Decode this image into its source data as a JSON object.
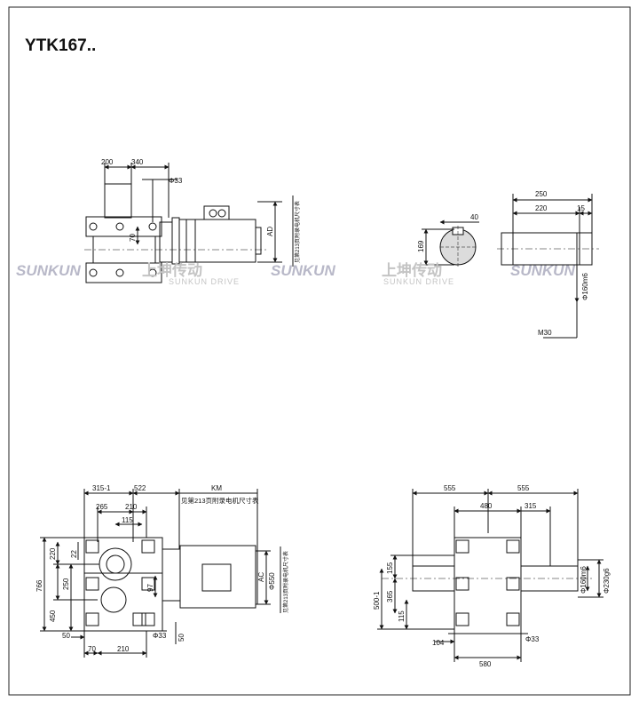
{
  "title": "YTK167..",
  "watermark": {
    "brand": "SUNKUN",
    "brand_cn": "上坤传动",
    "brand_en": "SUNKUN DRIVE"
  },
  "view_top_left": {
    "dim_200": "200",
    "dim_340": "340",
    "dim_phi33": "Φ33",
    "dim_70": "70",
    "dim_ad": "AD",
    "note_motor": "见第213页附录电机尺寸表"
  },
  "view_shaft": {
    "dim_250": "250",
    "dim_220": "220",
    "dim_15": "15",
    "dim_40": "40",
    "dim_169": "169",
    "dim_phi160m6": "Φ160m6",
    "dim_m30": "M30"
  },
  "view_front": {
    "dim_315": "315-1",
    "dim_522": "522",
    "dim_km": "KM",
    "note_motor": "见第213页附录电机尺寸表",
    "dim_265": "265",
    "dim_210_top": "210",
    "dim_115": "115",
    "dim_220": "220",
    "dim_22": "22",
    "dim_766": "766",
    "dim_250": "250",
    "dim_450": "450",
    "dim_97": "97",
    "dim_ac": "AC",
    "dim_phi550": "Φ550",
    "note_motor_vertical": "见第213页附录电机尺寸表",
    "dim_50_left": "50",
    "dim_phi33": "Φ33",
    "dim_50_right": "50",
    "dim_70": "70",
    "dim_210_bottom": "210"
  },
  "view_side": {
    "dim_555_left": "555",
    "dim_555_right": "555",
    "dim_480": "480",
    "dim_315": "315",
    "dim_155": "155",
    "dim_365": "365",
    "dim_500": "500-1",
    "dim_115": "115",
    "dim_phi160m6": "Φ160m6",
    "dim_phi230g6": "Φ230g6",
    "dim_104": "104",
    "dim_phi33": "Φ33",
    "dim_580": "580"
  }
}
